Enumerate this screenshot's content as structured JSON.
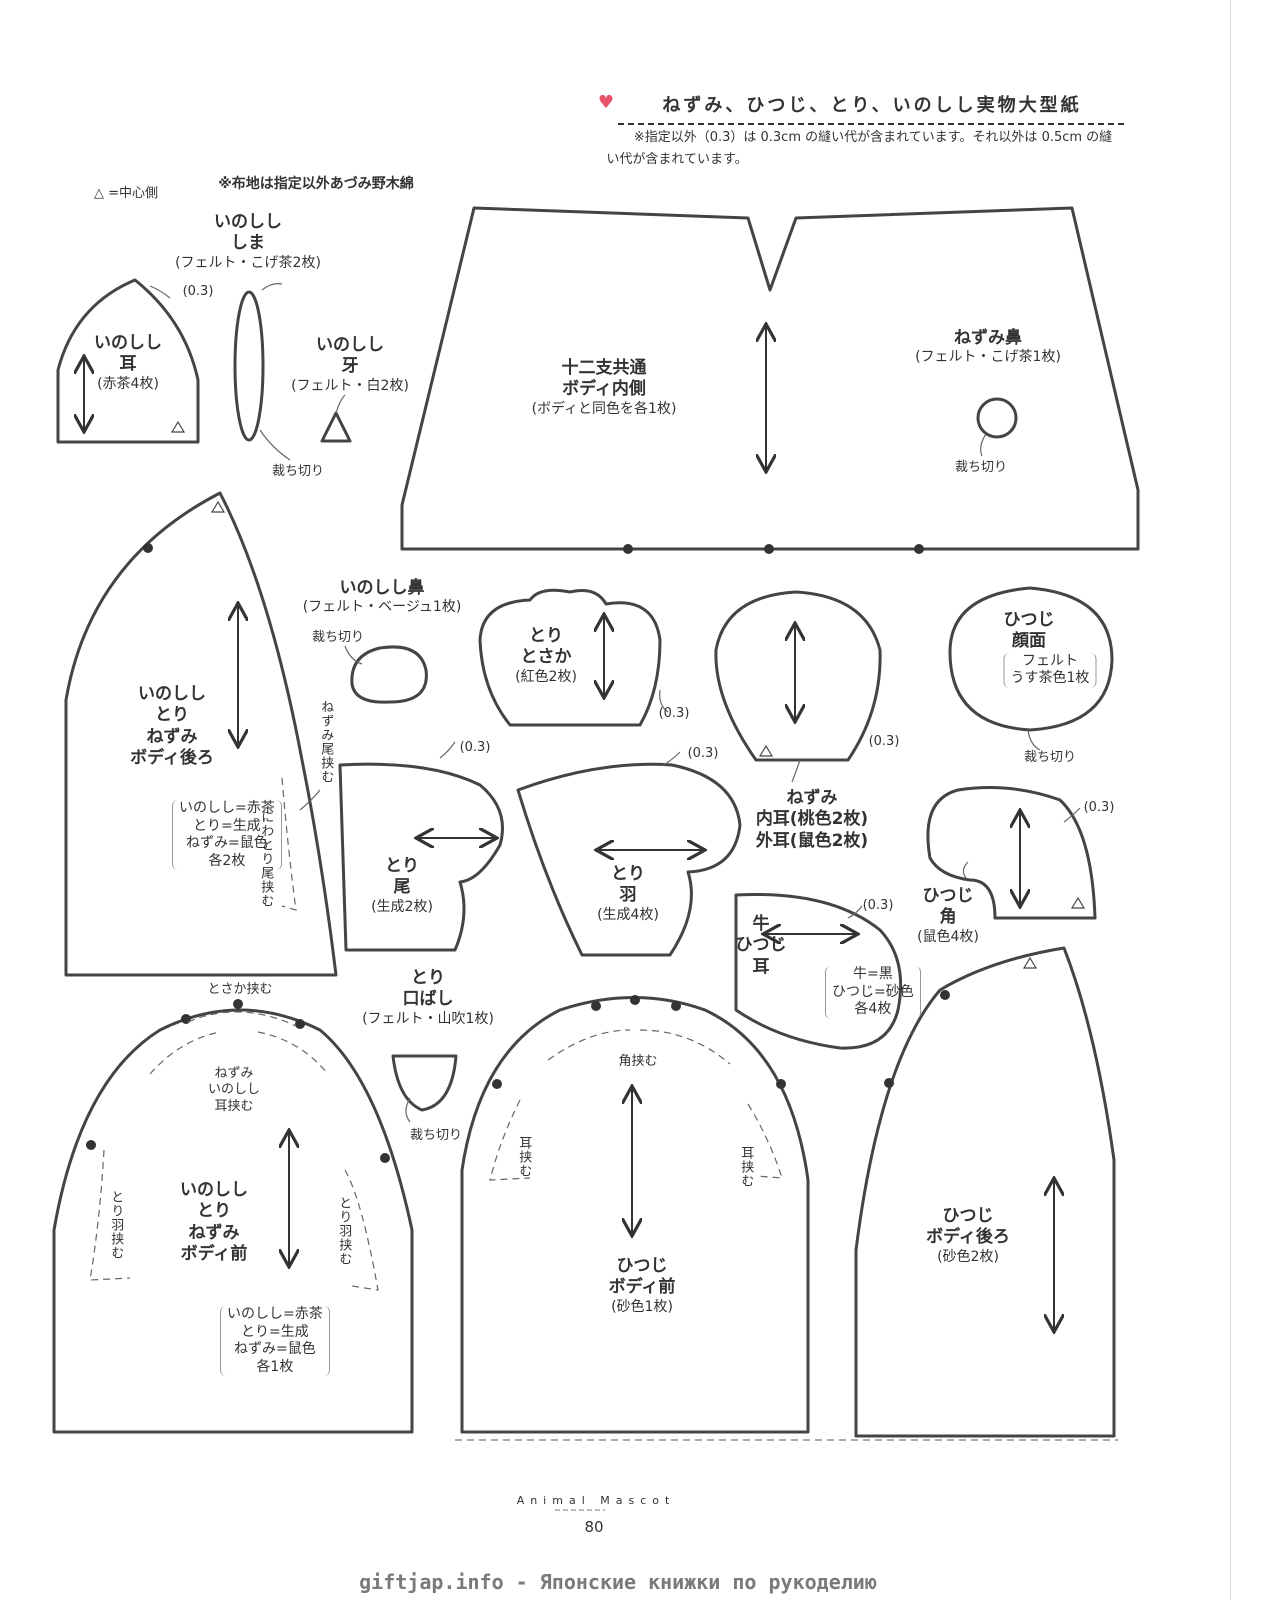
{
  "header": {
    "title": "ねずみ、ひつじ、とり、いのしし実物大型紙",
    "note_line1": "※指定以外（0.3）は 0.3cm の縫い代が含まれています。それ以外は 0.5cm の縫",
    "note_line2": "い代が含まれています。",
    "center_mark": "△ =中心側",
    "fabric_note": "※布地は指定以外あづみ野木綿"
  },
  "labels": {
    "seam03": "(0.3)",
    "cut": "裁ち切り",
    "boar_ear": [
      "いのしし",
      "耳",
      "(赤茶4枚)"
    ],
    "boar_stripe": [
      "いのしし",
      "しま",
      "(フェルト・こげ茶2枚)"
    ],
    "boar_tusk": [
      "いのしし",
      "牙",
      "(フェルト・白2枚)"
    ],
    "inner_body": [
      "十二支共通",
      "ボディ内側",
      "(ボディと同色を各1枚)"
    ],
    "mouse_nose": [
      "ねずみ鼻",
      "(フェルト・こげ茶1枚)"
    ],
    "back_body": [
      "いのしし",
      "とり",
      "ねずみ",
      "ボディ後ろ"
    ],
    "back_body_colors": [
      "いのしし=赤茶",
      "とり=生成",
      "ねずみ=鼠色",
      "各2枚"
    ],
    "chicken_tail_insert": "にわとり尾挟む",
    "mouse_tail_insert": "ねずみ尾挟む",
    "boar_nose": [
      "いのしし鼻",
      "(フェルト・ベージュ1枚)"
    ],
    "comb": [
      "とり",
      "とさか",
      "(紅色2枚)"
    ],
    "sheep_face": [
      "ひつじ",
      "顔面",
      "フェルト",
      "うす茶色1枚"
    ],
    "bird_tail": [
      "とり",
      "尾",
      "(生成2枚)"
    ],
    "bird_wing": [
      "とり",
      "羽",
      "(生成4枚)"
    ],
    "mouse_ear": [
      "ねずみ",
      "内耳(桃色2枚)",
      "外耳(鼠色2枚)"
    ],
    "sheep_horn": [
      "ひつじ",
      "角",
      "(鼠色4枚)"
    ],
    "cow_ear": [
      "牛",
      "ひつじ",
      "耳"
    ],
    "cow_ear_colors": [
      "牛=黒",
      "ひつじ=砂色",
      "各4枚"
    ],
    "beak": [
      "とり",
      "口ばし",
      "(フェルト・山吹1枚)"
    ],
    "comb_insert": "とさか挟む",
    "ear_insert_front": [
      "ねずみ",
      "いのしし",
      "耳挟む"
    ],
    "wing_insert": "とり羽挟む",
    "front_body": [
      "いのしし",
      "とり",
      "ねずみ",
      "ボディ前"
    ],
    "front_body_colors": [
      "いのしし=赤茶",
      "とり=生成",
      "ねずみ=鼠色",
      "各1枚"
    ],
    "horn_insert": "角挟む",
    "ear_insert": "耳挟む",
    "sheep_front": [
      "ひつじ",
      "ボディ前",
      "(砂色1枚)"
    ],
    "sheep_back": [
      "ひつじ",
      "ボディ後ろ",
      "(砂色2枚)"
    ]
  },
  "footer": {
    "brand": "Animal Mascot",
    "page_number": "80",
    "watermark": "giftjap.info - Японские книжки по рукоделию"
  },
  "colors": {
    "heart": "#e8546a",
    "line": "#444444"
  }
}
